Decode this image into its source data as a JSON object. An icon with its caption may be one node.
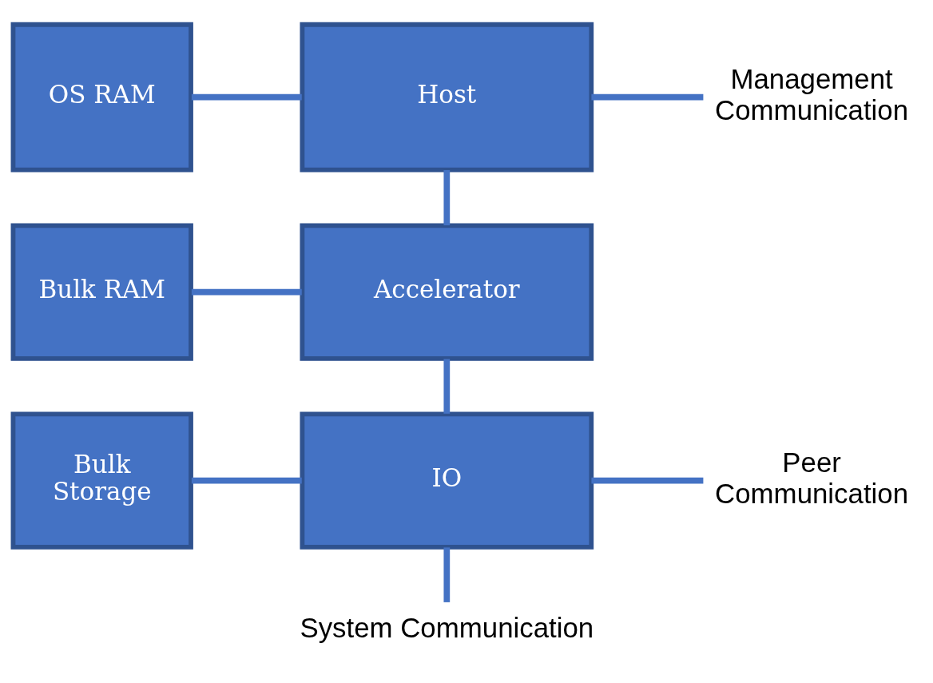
{
  "diagram": {
    "nodes": [
      {
        "text": [
          "OS RAM"
        ]
      },
      {
        "text": [
          "Host"
        ]
      },
      {
        "text": [
          "Management Communication"
        ]
      },
      {
        "text": [
          "Bulk RAM"
        ]
      },
      {
        "text": [
          "Accelerator"
        ]
      },
      {
        "text": [
          "Bulk Storage"
        ]
      },
      {
        "text": [
          "IO"
        ]
      },
      {
        "text": [
          "Peer Communication"
        ]
      },
      {
        "text": [
          "System Communication"
        ]
      }
    ],
    "edges": [
      {
        "from": 0,
        "to": 1,
        "arrow": "none"
      },
      {
        "from": 1,
        "to": 2,
        "arrow": "none"
      },
      {
        "from": 1,
        "to": 4,
        "arrow": "none"
      },
      {
        "from": 3,
        "to": 4,
        "arrow": "none"
      },
      {
        "from": 4,
        "to": 6,
        "arrow": "none"
      },
      {
        "from": 5,
        "to": 6,
        "arrow": "none"
      },
      {
        "from": 6,
        "to": 7,
        "arrow": "none"
      },
      {
        "from": 6,
        "to": 8,
        "arrow": "none"
      }
    ]
  }
}
